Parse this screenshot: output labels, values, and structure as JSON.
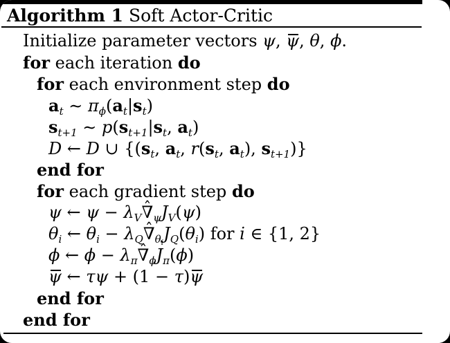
{
  "page": {
    "background_color": "#000000",
    "card_background_color": "#ffffff",
    "text_color": "#000000"
  },
  "header": {
    "segments": [
      {
        "k": "kw",
        "v": "Algorithm 1"
      },
      {
        "k": "txt",
        "v": " Soft Actor-Critic"
      }
    ]
  },
  "algorithm": {
    "lines": [
      {
        "indent": 0,
        "segments": [
          {
            "k": "txt",
            "v": "Initialize parameter vectors "
          },
          {
            "k": "it",
            "v": "ψ"
          },
          {
            "k": "txt",
            "v": ", "
          },
          {
            "k": "bar",
            "v": "ψ"
          },
          {
            "k": "txt",
            "v": ", "
          },
          {
            "k": "it",
            "v": "θ"
          },
          {
            "k": "txt",
            "v": ", "
          },
          {
            "k": "it",
            "v": "ϕ"
          },
          {
            "k": "txt",
            "v": "."
          }
        ]
      },
      {
        "indent": 0,
        "segments": [
          {
            "k": "kw",
            "v": "for"
          },
          {
            "k": "txt",
            "v": " each iteration "
          },
          {
            "k": "kw",
            "v": "do"
          }
        ]
      },
      {
        "indent": 1,
        "segments": [
          {
            "k": "kw",
            "v": "for"
          },
          {
            "k": "txt",
            "v": " each environment step "
          },
          {
            "k": "kw",
            "v": "do"
          }
        ]
      },
      {
        "indent": 2,
        "segments": [
          {
            "k": "bf",
            "v": "a"
          },
          {
            "k": "sub",
            "v": "t"
          },
          {
            "k": "txt",
            "v": " ∼ "
          },
          {
            "k": "it",
            "v": "π"
          },
          {
            "k": "sub",
            "v": "ϕ"
          },
          {
            "k": "txt",
            "v": "("
          },
          {
            "k": "bf",
            "v": "a"
          },
          {
            "k": "sub",
            "v": "t"
          },
          {
            "k": "txt",
            "v": "|"
          },
          {
            "k": "bf",
            "v": "s"
          },
          {
            "k": "sub",
            "v": "t"
          },
          {
            "k": "txt",
            "v": ")"
          }
        ]
      },
      {
        "indent": 2,
        "segments": [
          {
            "k": "bf",
            "v": "s"
          },
          {
            "k": "sub",
            "v": "t+1"
          },
          {
            "k": "txt",
            "v": " ∼ "
          },
          {
            "k": "it",
            "v": "p"
          },
          {
            "k": "txt",
            "v": "("
          },
          {
            "k": "bf",
            "v": "s"
          },
          {
            "k": "sub",
            "v": "t+1"
          },
          {
            "k": "txt",
            "v": "|"
          },
          {
            "k": "bf",
            "v": "s"
          },
          {
            "k": "sub",
            "v": "t"
          },
          {
            "k": "txt",
            "v": ", "
          },
          {
            "k": "bf",
            "v": "a"
          },
          {
            "k": "sub",
            "v": "t"
          },
          {
            "k": "txt",
            "v": ")"
          }
        ]
      },
      {
        "indent": 2,
        "segments": [
          {
            "k": "cal",
            "v": "D"
          },
          {
            "k": "txt",
            "v": " ← "
          },
          {
            "k": "cal",
            "v": "D"
          },
          {
            "k": "txt",
            "v": " ∪ {("
          },
          {
            "k": "bf",
            "v": "s"
          },
          {
            "k": "sub",
            "v": "t"
          },
          {
            "k": "txt",
            "v": ", "
          },
          {
            "k": "bf",
            "v": "a"
          },
          {
            "k": "sub",
            "v": "t"
          },
          {
            "k": "txt",
            "v": ", "
          },
          {
            "k": "it",
            "v": "r"
          },
          {
            "k": "txt",
            "v": "("
          },
          {
            "k": "bf",
            "v": "s"
          },
          {
            "k": "sub",
            "v": "t"
          },
          {
            "k": "txt",
            "v": ", "
          },
          {
            "k": "bf",
            "v": "a"
          },
          {
            "k": "sub",
            "v": "t"
          },
          {
            "k": "txt",
            "v": "), "
          },
          {
            "k": "bf",
            "v": "s"
          },
          {
            "k": "sub",
            "v": "t+1"
          },
          {
            "k": "txt",
            "v": ")}"
          }
        ]
      },
      {
        "indent": 1,
        "segments": [
          {
            "k": "kw",
            "v": "end for"
          }
        ]
      },
      {
        "indent": 1,
        "segments": [
          {
            "k": "kw",
            "v": "for"
          },
          {
            "k": "txt",
            "v": " each gradient step "
          },
          {
            "k": "kw",
            "v": "do"
          }
        ]
      },
      {
        "indent": 2,
        "segments": [
          {
            "k": "it",
            "v": "ψ"
          },
          {
            "k": "txt",
            "v": " ← "
          },
          {
            "k": "it",
            "v": "ψ"
          },
          {
            "k": "txt",
            "v": " − "
          },
          {
            "k": "it",
            "v": "λ"
          },
          {
            "k": "sub",
            "v": "V"
          },
          {
            "k": "hat",
            "v": "∇"
          },
          {
            "k": "sub",
            "v": "ψ"
          },
          {
            "k": "it",
            "v": "J"
          },
          {
            "k": "sub",
            "v": "V"
          },
          {
            "k": "txt",
            "v": "("
          },
          {
            "k": "it",
            "v": "ψ"
          },
          {
            "k": "txt",
            "v": ")"
          }
        ]
      },
      {
        "indent": 2,
        "segments": [
          {
            "k": "it",
            "v": "θ"
          },
          {
            "k": "sub",
            "v": "i"
          },
          {
            "k": "txt",
            "v": " ← "
          },
          {
            "k": "it",
            "v": "θ"
          },
          {
            "k": "sub",
            "v": "i"
          },
          {
            "k": "txt",
            "v": " − "
          },
          {
            "k": "it",
            "v": "λ"
          },
          {
            "k": "sub",
            "v": "Q"
          },
          {
            "k": "hat",
            "v": "∇"
          },
          {
            "k": "sub",
            "v": "θ"
          },
          {
            "k": "subsub",
            "v": "i"
          },
          {
            "k": "it",
            "v": "J"
          },
          {
            "k": "sub",
            "v": "Q"
          },
          {
            "k": "txt",
            "v": "("
          },
          {
            "k": "it",
            "v": "θ"
          },
          {
            "k": "sub",
            "v": "i"
          },
          {
            "k": "txt",
            "v": ") for "
          },
          {
            "k": "it",
            "v": "i"
          },
          {
            "k": "txt",
            "v": " ∈ {1, 2}"
          }
        ]
      },
      {
        "indent": 2,
        "segments": [
          {
            "k": "it",
            "v": "ϕ"
          },
          {
            "k": "txt",
            "v": " ← "
          },
          {
            "k": "it",
            "v": "ϕ"
          },
          {
            "k": "txt",
            "v": " − "
          },
          {
            "k": "it",
            "v": "λ"
          },
          {
            "k": "sub",
            "v": "π"
          },
          {
            "k": "hat",
            "v": "∇"
          },
          {
            "k": "sub",
            "v": "ϕ"
          },
          {
            "k": "it",
            "v": "J"
          },
          {
            "k": "sub",
            "v": "π"
          },
          {
            "k": "txt",
            "v": "("
          },
          {
            "k": "it",
            "v": "ϕ"
          },
          {
            "k": "txt",
            "v": ")"
          }
        ]
      },
      {
        "indent": 2,
        "segments": [
          {
            "k": "bar",
            "v": "ψ"
          },
          {
            "k": "txt",
            "v": " ← "
          },
          {
            "k": "it",
            "v": "τψ"
          },
          {
            "k": "txt",
            "v": " + (1 − "
          },
          {
            "k": "it",
            "v": "τ"
          },
          {
            "k": "txt",
            "v": ")"
          },
          {
            "k": "bar",
            "v": "ψ"
          }
        ]
      },
      {
        "indent": 1,
        "segments": [
          {
            "k": "kw",
            "v": "end for"
          }
        ]
      },
      {
        "indent": 0,
        "segments": [
          {
            "k": "kw",
            "v": "end for"
          }
        ]
      }
    ]
  }
}
